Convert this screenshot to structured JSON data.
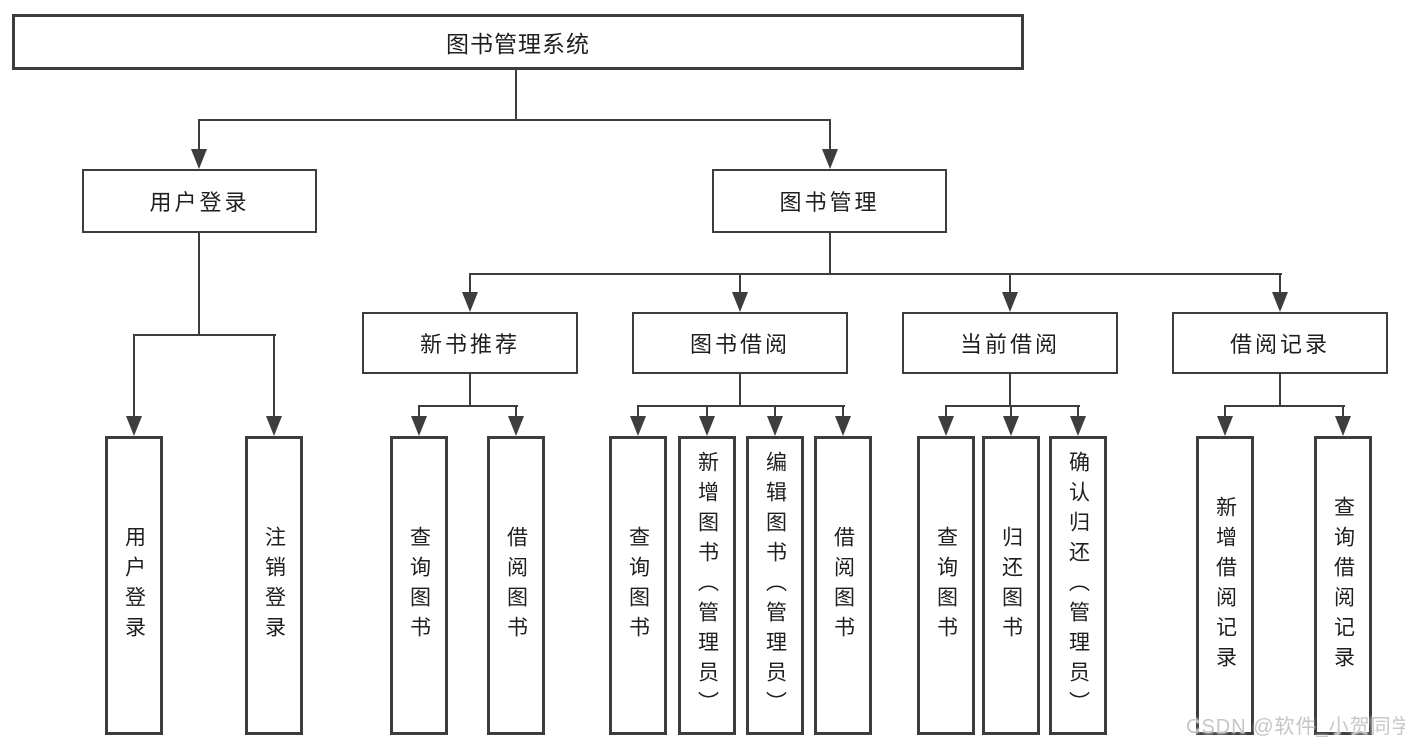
{
  "diagram_title": "图书管理系统",
  "tree": {
    "root": {
      "label": "图书管理系统"
    },
    "branches": [
      {
        "label": "用户登录",
        "children": [
          {
            "label": "用户登录"
          },
          {
            "label": "注销登录"
          }
        ]
      },
      {
        "label": "图书管理",
        "children": [
          {
            "label": "新书推荐",
            "children": [
              {
                "label": "查询图书"
              },
              {
                "label": "借阅图书"
              }
            ]
          },
          {
            "label": "图书借阅",
            "children": [
              {
                "label": "查询图书"
              },
              {
                "label": "新增图书（管理员）"
              },
              {
                "label": "编辑图书（管理员）"
              },
              {
                "label": "借阅图书"
              }
            ]
          },
          {
            "label": "当前借阅",
            "children": [
              {
                "label": "查询图书"
              },
              {
                "label": "归还图书"
              },
              {
                "label": "确认归还（管理员）"
              }
            ]
          },
          {
            "label": "借阅记录",
            "children": [
              {
                "label": "新增借阅记录"
              },
              {
                "label": "查询借阅记录"
              }
            ]
          }
        ]
      }
    ]
  },
  "watermark": {
    "text": "CSDN @软件_小贺同学"
  },
  "colors": {
    "line": "#3d3d3d",
    "text": "#1f1f1f",
    "watermark": "#c6c6c6",
    "background": "#ffffff"
  }
}
